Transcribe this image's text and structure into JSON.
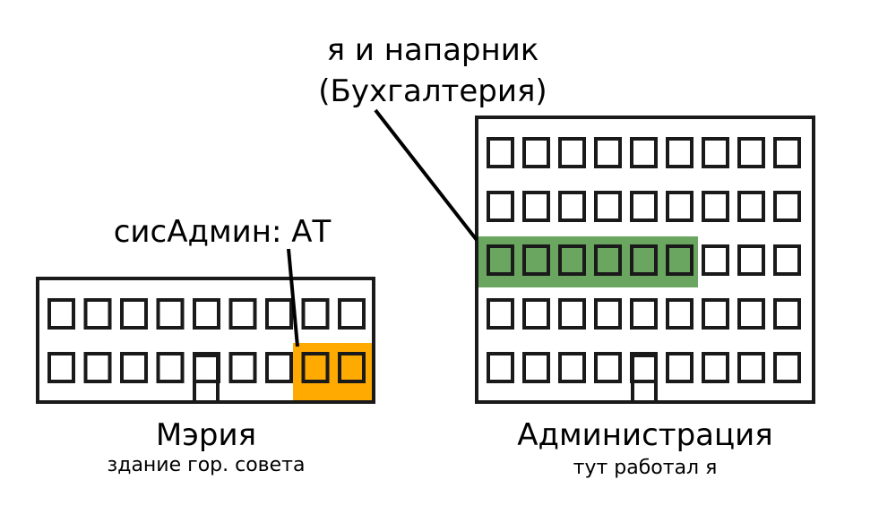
{
  "annotations": {
    "partner_line1": "я и напарник",
    "partner_line2": "(Бухгалтерия)",
    "sysadmin": "сисАдмин: АТ"
  },
  "buildings": {
    "meria": {
      "name": "Мэрия",
      "subtitle": "здание гор. совета",
      "floors": 2,
      "windows_per_floor": 9,
      "highlight": {
        "floor": 2,
        "from_window": 8,
        "to_window": 9,
        "color": "#FFAA00"
      }
    },
    "administration": {
      "name": "Администрация",
      "subtitle": "тут работал я",
      "floors": 5,
      "windows_per_floor": 9,
      "highlight": {
        "floor": 3,
        "from_window": 1,
        "to_window": 6,
        "color": "#6AA660"
      }
    }
  },
  "colors": {
    "stroke": "#1a1a1a",
    "orange": "#FFAA00",
    "green": "#6AA660"
  }
}
